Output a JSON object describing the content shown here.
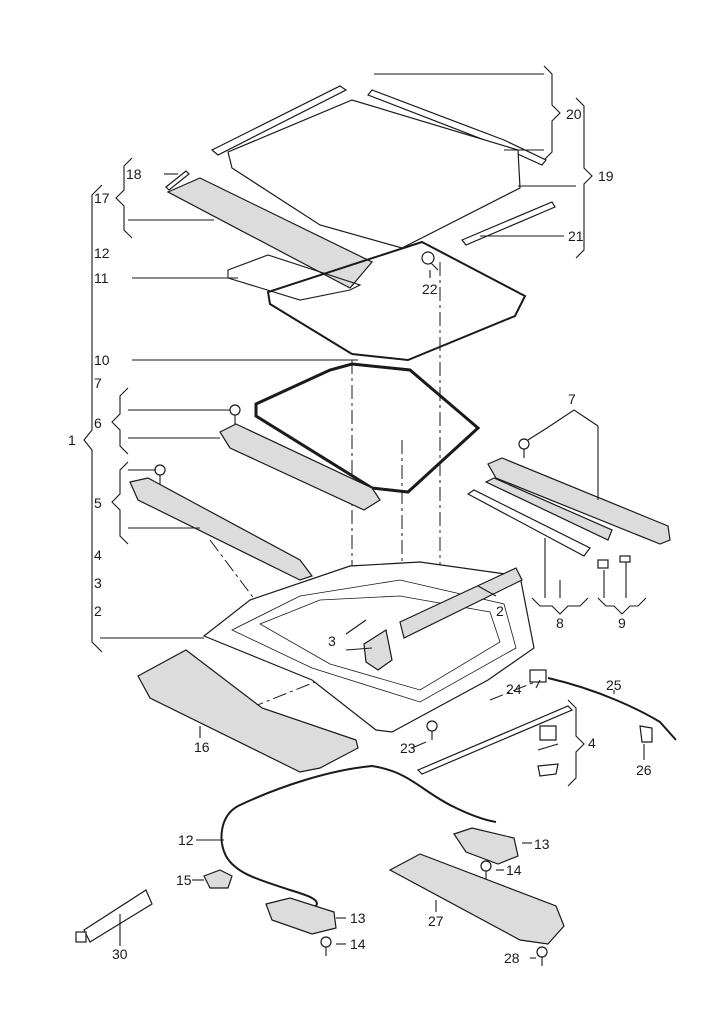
{
  "callouts": {
    "c1": "1",
    "c2a": "2",
    "c2b": "2",
    "c3a": "3",
    "c3b": "3",
    "c4a": "4",
    "c4b": "4",
    "c5": "5",
    "c6": "6",
    "c7a": "7",
    "c7b": "7",
    "c8": "8",
    "c9": "9",
    "c10": "10",
    "c11": "11",
    "c12a": "12",
    "c12b": "12",
    "c13a": "13",
    "c13b": "13",
    "c14a": "14",
    "c14b": "14",
    "c15": "15",
    "c16": "16",
    "c17": "17",
    "c18": "18",
    "c19": "19",
    "c20": "20",
    "c21": "21",
    "c22": "22",
    "c23": "23",
    "c24": "24",
    "c25": "25",
    "c26": "26",
    "c27": "27",
    "c28": "28",
    "c30": "30"
  }
}
